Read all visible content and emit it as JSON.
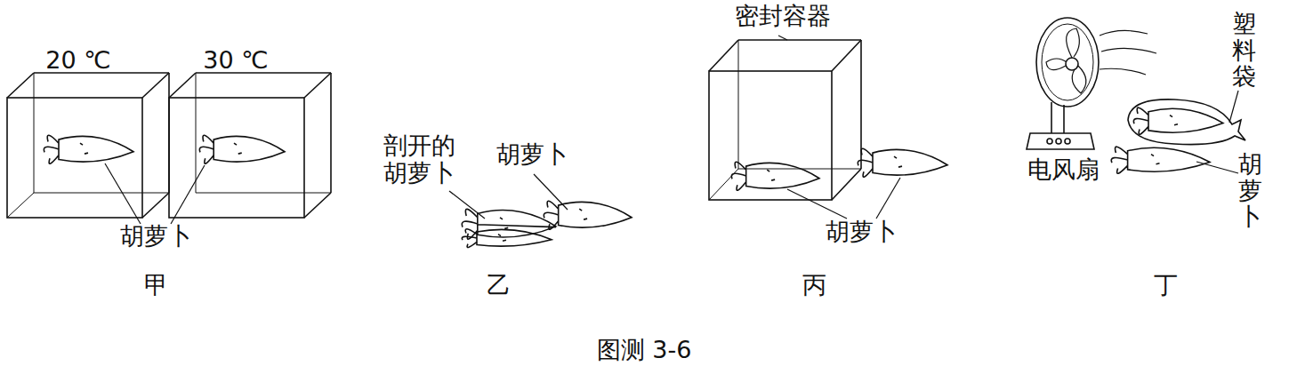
{
  "diagram": {
    "caption": "图测 3-6",
    "labels": [
      "20 ℃",
      "30 ℃",
      "胡萝卜",
      "甲",
      "剖开的 胡萝卜",
      "胡萝卜",
      "乙",
      "密封容器",
      "胡萝卜",
      "丙",
      "塑料袋",
      "胡萝卜",
      "电风扇",
      "丁"
    ]
  }
}
